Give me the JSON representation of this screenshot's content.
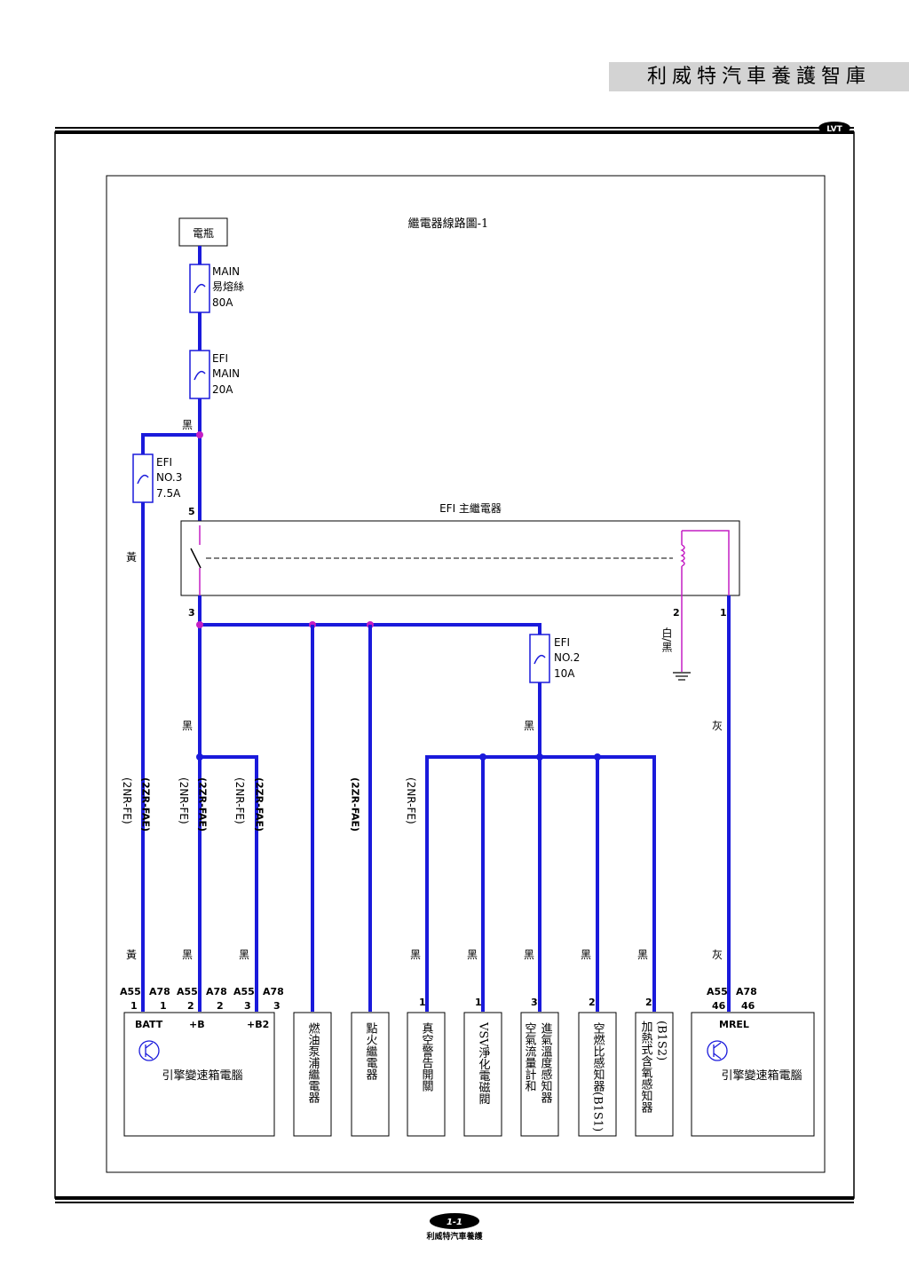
{
  "header": {
    "title": "利威特汽車養護智庫",
    "logo_text": "LVT"
  },
  "diagram": {
    "title": "繼電器線路圖-1",
    "battery": "電瓶",
    "fuse_main": [
      "MAIN",
      "易熔絲",
      "80A"
    ],
    "fuse_efi_main": [
      "EFI",
      "MAIN",
      "20A"
    ],
    "fuse_efi_no3": [
      "EFI",
      "NO.3",
      "7.5A"
    ],
    "fuse_efi_no2": [
      "EFI",
      "NO.2",
      "10A"
    ],
    "relay_label": "EFI 主繼電器",
    "pins": {
      "p5": "5",
      "p3": "3",
      "p2": "2",
      "p1": "1"
    },
    "colors": {
      "black": "黑",
      "yellow": "黃",
      "gray": "灰",
      "white_black": "白/黑",
      "wire": "#1a1adb",
      "node": "#c41ec4"
    },
    "variants": {
      "a": "(2NR-FE)",
      "b": "(2ZR-FAE)"
    },
    "connectors": {
      "c1": [
        "A55",
        "A78"
      ],
      "c1n": [
        "1",
        "1"
      ],
      "c2": [
        "A55",
        "A78"
      ],
      "c2n": [
        "2",
        "2"
      ],
      "c3": [
        "A55",
        "A78"
      ],
      "c3n": [
        "3",
        "3"
      ],
      "c4": [
        "A55",
        "A78"
      ],
      "c4n": [
        "46",
        "46"
      ],
      "p_vac": "1",
      "p_vsv": "1",
      "p_maf": "3",
      "p_af": "2",
      "p_o2": "2"
    },
    "ecm": {
      "label": "引擎變速箱電腦",
      "batt": "BATT",
      "b": "+B",
      "b2": "+B2",
      "mrel": "MREL"
    },
    "components": {
      "pump": "燃油泵浦繼電器",
      "ignition": "點火繼電器",
      "vacuum": "真空警告開關",
      "vsv": "VSV淨化電磁閥",
      "maf_a": "進氣溫度感知器",
      "maf_b": "空氣流量計和",
      "af": "空燃比感知器(B1S1)",
      "o2_a": "(B1S2)",
      "o2_b": "加熱式含氧感知器"
    }
  },
  "footer": {
    "page": "1-1",
    "brand": "利威特汽車養護"
  }
}
